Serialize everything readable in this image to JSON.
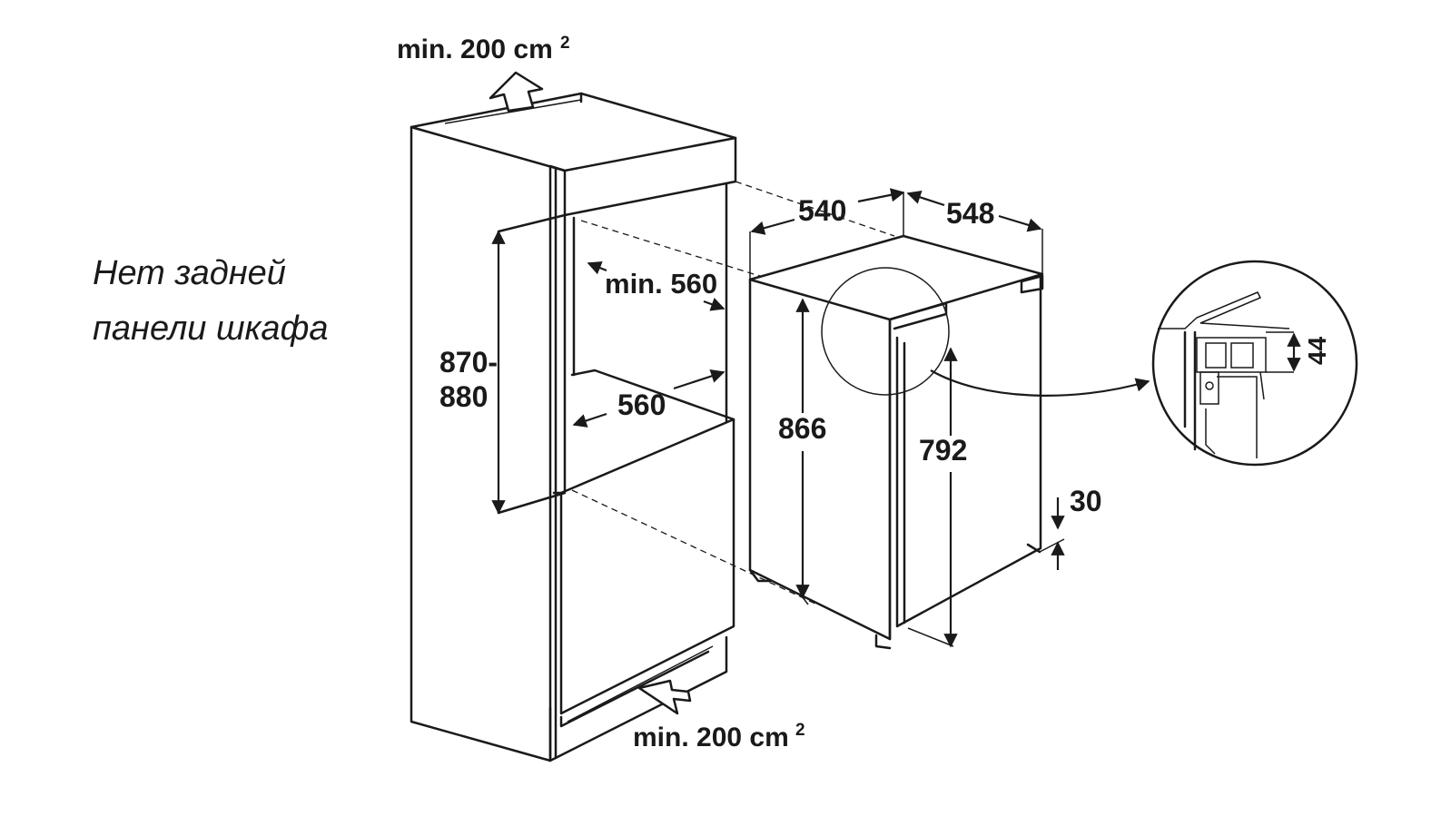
{
  "note": {
    "line1": "Нет задней",
    "line2": "панели шкафа"
  },
  "labels": {
    "vent_top": "min. 200 cm",
    "vent_top_sup": "2",
    "vent_bottom": "min. 200 cm",
    "vent_bottom_sup": "2",
    "depth_min": "min. 560",
    "niche_height_1": "870-",
    "niche_height_2": "880",
    "niche_width": "560",
    "unit_width": "540",
    "unit_depth": "548",
    "unit_height": "866",
    "door_height": "792",
    "foot_height": "30",
    "detail_gap": "44"
  },
  "icons": [
    "arrow-up-icon",
    "arrow-left-icon"
  ]
}
